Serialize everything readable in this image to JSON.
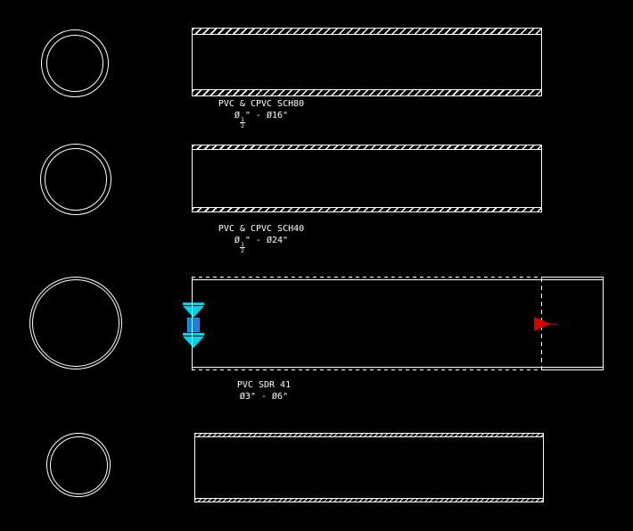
{
  "app": {
    "type": "cad-pipe-segment-legend",
    "background_color": "#000000",
    "line_color": "#ffffff"
  },
  "colors": {
    "connector_cyan": "#00cfee",
    "connector_square_blue": "#1e7fd7",
    "flow_arrow_red": "#d40000"
  },
  "pipes": [
    {
      "label": "PVC & CPVC SCH80",
      "size_prefix": "Ø",
      "size_frac_num": "1",
      "size_frac_den": "2",
      "size_suffix": "\" - Ø16\""
    },
    {
      "label": "PVC & CPVC SCH40",
      "size_prefix": "Ø",
      "size_frac_num": "1",
      "size_frac_den": "2",
      "size_suffix": "\" - Ø24\""
    },
    {
      "label": "PVC SDR 41",
      "size_text": "Ø3\" - Ø6\""
    },
    {}
  ],
  "annotations": {
    "connector_symbol": "pipe-end-connector-grips",
    "flow_arrow": "flow-direction-arrow",
    "break_line": "segment-break-dashed-line"
  }
}
